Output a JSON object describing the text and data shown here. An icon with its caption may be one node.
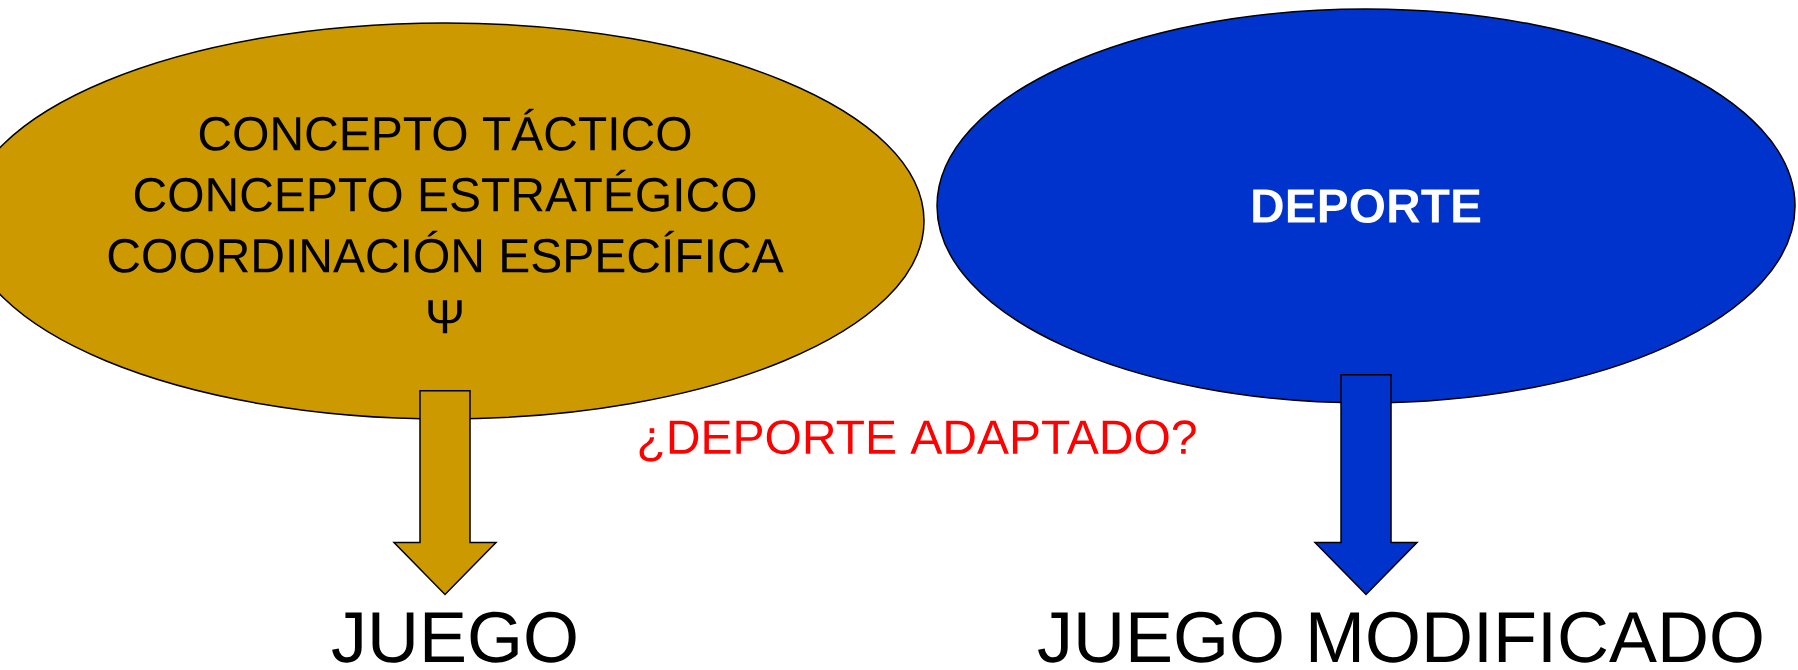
{
  "diagram": {
    "nodes": [
      {
        "text": [
          "CONCEPTO TÁCTICO",
          "CONCEPTO ESTRATÉGICO",
          "COORDINACIÓN ESPECÍFICA",
          "Ψ"
        ]
      },
      {
        "text": [
          "DEPORTE"
        ]
      },
      {
        "text": [
          "JUEGO"
        ]
      },
      {
        "text": [
          "JUEGO MODIFICADO"
        ]
      }
    ],
    "edges": [
      {
        "from": 0,
        "to": 2,
        "arrow": "to",
        "color": "#cc9900"
      },
      {
        "from": 1,
        "to": 3,
        "arrow": "to",
        "color": "#0033cc"
      }
    ],
    "labels": [
      "¿DEPORTE ADAPTADO?"
    ]
  }
}
